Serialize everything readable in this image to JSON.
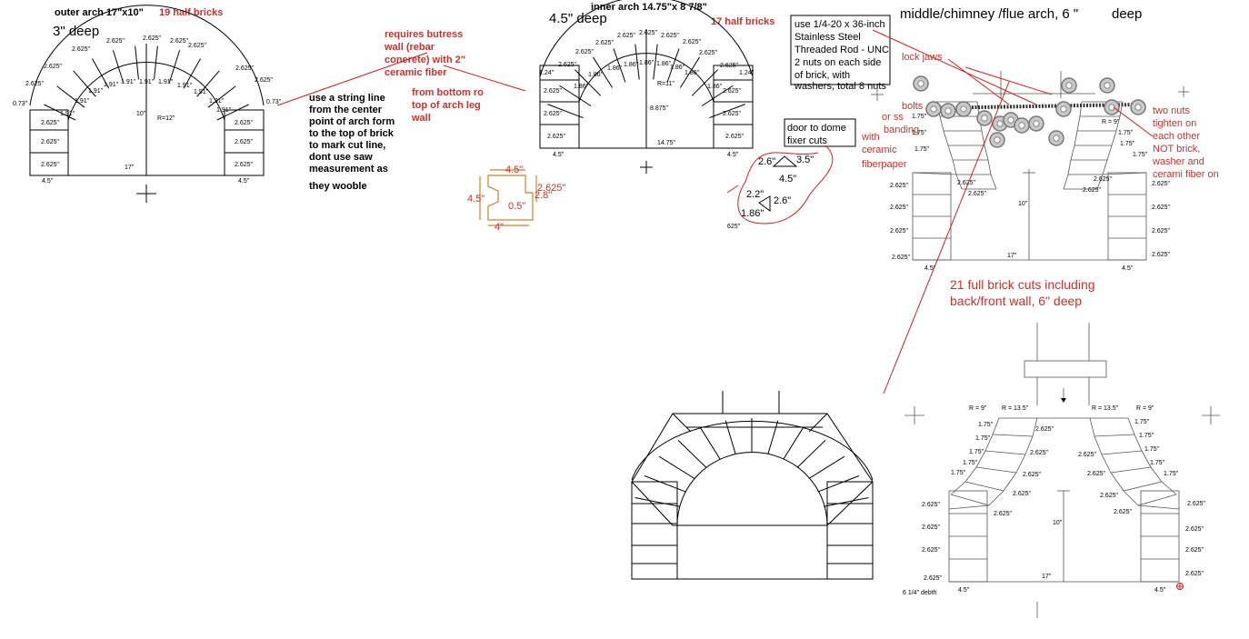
{
  "outer_arch": {
    "title": "outer arch 17\"x10\"",
    "bricks": "19 half bricks",
    "depth": "3\" deep",
    "radius": "R=12\"",
    "rise": "10\"",
    "span": "17\"",
    "leg": "4.5\"",
    "brick_outer": "2.625\"",
    "brick_inner": "1.91\"",
    "end_cut": "0.73\"",
    "leg_course": "2.625\""
  },
  "notes": {
    "string_line": [
      "use a string line",
      "from the center",
      "point of arch form",
      "to the top of brick",
      "to mark cut line,",
      "dont use saw",
      "measurement as",
      " they wooble"
    ],
    "buttress": [
      "requires butress",
      "wall (rebar",
      "conerete) with 2\"",
      "ceramic fiber"
    ],
    "bottom_top": [
      "from bottom ro",
      "top of arch leg",
      "wall"
    ],
    "rod": [
      "use 1/4-20 x 36-inch",
      "Stainless Steel",
      "Threaded Rod - UNC",
      "",
      "2 nuts on each side",
      "of brick, with",
      "washers, total 8 nuts"
    ],
    "door_dome": [
      "door to dome",
      "fixer cuts"
    ],
    "lock_jaws": "lock jaws",
    "bolts": "bolts",
    "ss_banding": "or ss",
    "banding": "banding",
    "with_fiber": [
      "with",
      "ceramic",
      "fiberpaper"
    ],
    "two_nuts": [
      "two nuts",
      "tighten on",
      "each other",
      "NOT brick,",
      "washer and",
      "cerami fiber on"
    ],
    "full_brick": [
      "21 full brick cuts including",
      "back/front wall, 6\" deep"
    ]
  },
  "inner_arch": {
    "title": "inner arch 14.75\"x 8 7/8\"",
    "depth": "4.5\" deep",
    "bricks": "17 half bricks",
    "radius": "R=11\"",
    "rise": "8.875\"",
    "span": "14.75\"",
    "leg": "4.5\"",
    "brick_outer": "2.625\"",
    "brick_inner": "1.86\"",
    "end_cut": "1.24\"",
    "leg_course": "2.625\""
  },
  "cut_shape": {
    "top": "4.5\"",
    "side": "4.5\"",
    "bottom": "4\"",
    "right": "2.625\"",
    "step": "2.8\"",
    "notch": "0.5\""
  },
  "door_cuts": {
    "a": "2.6\"",
    "b": "3.5\"",
    "c": "4.5\"",
    "d": "2.2\"",
    "e": "2.6\"",
    "f": "1.86\"",
    "g": "625\""
  },
  "middle_arch": {
    "title": "middle/chimney /flue arch, 6 \"",
    "deep": "deep",
    "brick": "1.75\"",
    "course": "2.625\"",
    "r9": "R = 9\"",
    "r135": "R = 13.5\"",
    "rise": "10\"",
    "span": "17\"",
    "leg": "4.5\"",
    "depth_note": "6  1/4\"  debth"
  }
}
